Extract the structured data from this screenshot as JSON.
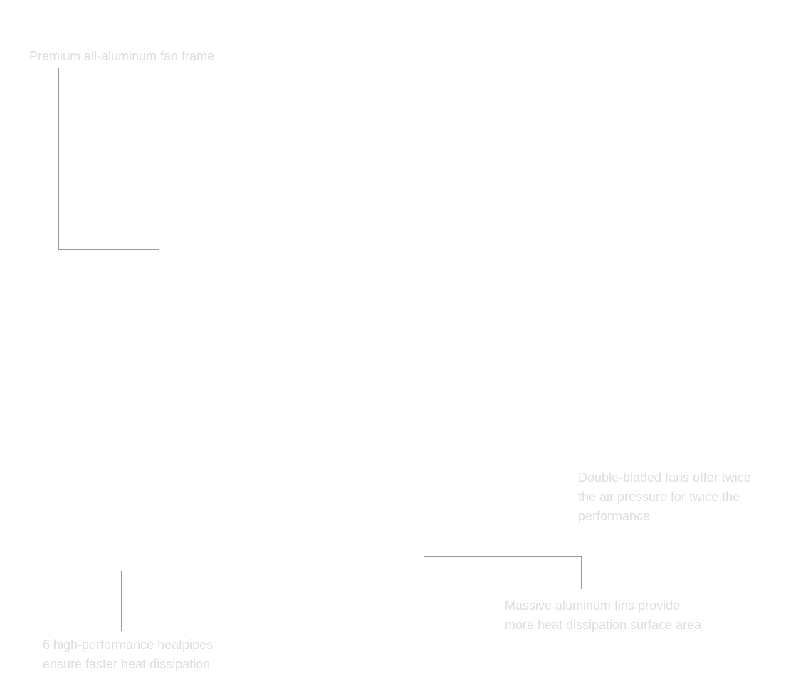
{
  "callouts": {
    "frame": "Premium all-aluminum fan frame",
    "fans": [
      "Double-bladed fans offer twice",
      "the air pressure for twice the",
      "performance"
    ],
    "fins": [
      "Massive aluminum fins provide",
      "more heat dissipation surface area"
    ],
    "heatpipes": [
      "6 high-performance heatpipes",
      "ensure faster heat dissipation"
    ]
  },
  "colors": {
    "text": "#dedede",
    "line": "#9a9a9a"
  }
}
